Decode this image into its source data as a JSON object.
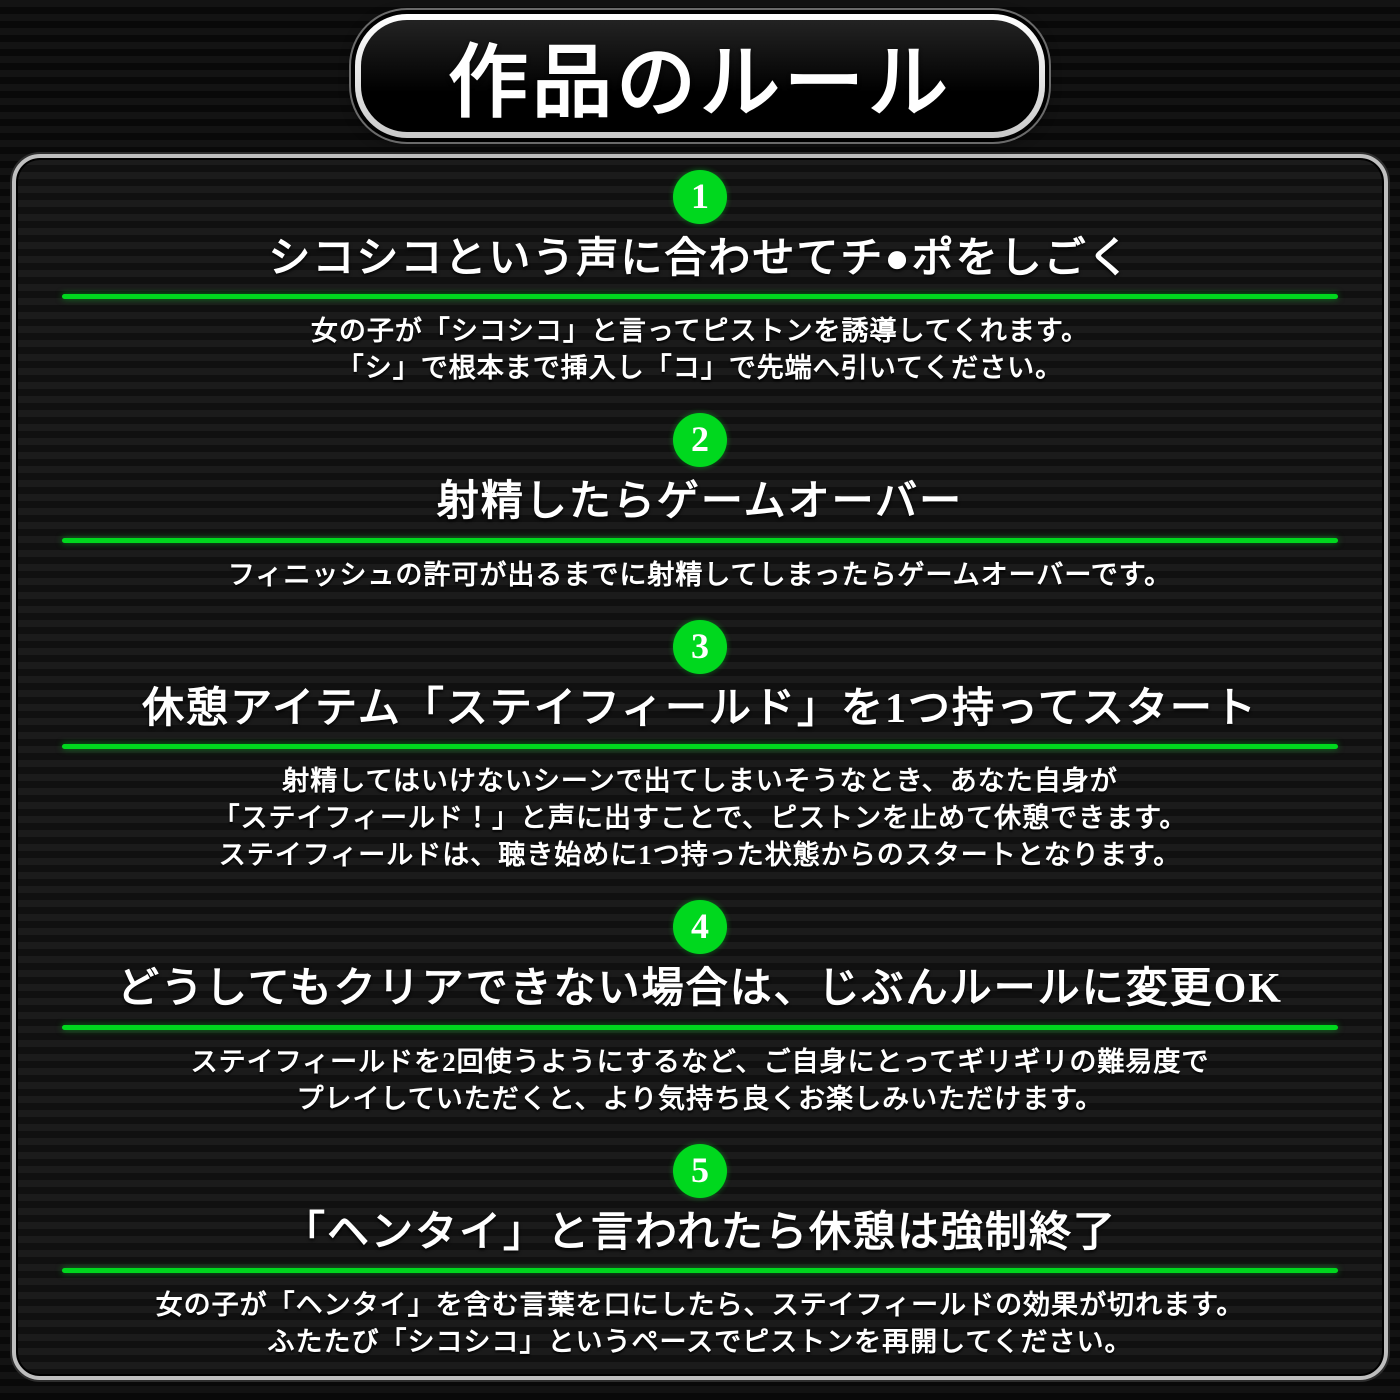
{
  "title": "作品のルール",
  "accent_color": "#00d81e",
  "sections": [
    {
      "number": "1",
      "heading": "シコシコという声に合わせてチ●ポをしごく",
      "body": [
        "女の子が「シコシコ」と言ってピストンを誘導してくれます。",
        "「シ」で根本まで挿入し「コ」で先端へ引いてください。"
      ]
    },
    {
      "number": "2",
      "heading": "射精したらゲームオーバー",
      "body": [
        "フィニッシュの許可が出るまでに射精してしまったらゲームオーバーです。"
      ]
    },
    {
      "number": "3",
      "heading": "休憩アイテム「ステイフィールド」を1つ持ってスタート",
      "body": [
        "射精してはいけないシーンで出てしまいそうなとき、あなた自身が",
        "「ステイフィールド！」と声に出すことで、ピストンを止めて休憩できます。",
        "ステイフィールドは、聴き始めに1つ持った状態からのスタートとなります。"
      ]
    },
    {
      "number": "4",
      "heading": "どうしてもクリアできない場合は、じぶんルールに変更OK",
      "body": [
        "ステイフィールドを2回使うようにするなど、ご自身にとってギリギリの難易度で",
        "プレイしていただくと、より気持ち良くお楽しみいただけます。"
      ]
    },
    {
      "number": "5",
      "heading": "「ヘンタイ」と言われたら休憩は強制終了",
      "body": [
        "女の子が「ヘンタイ」を含む言葉を口にしたら、ステイフィールドの効果が切れます。",
        "ふたたび「シコシコ」というペースでピストンを再開してください。"
      ]
    }
  ]
}
